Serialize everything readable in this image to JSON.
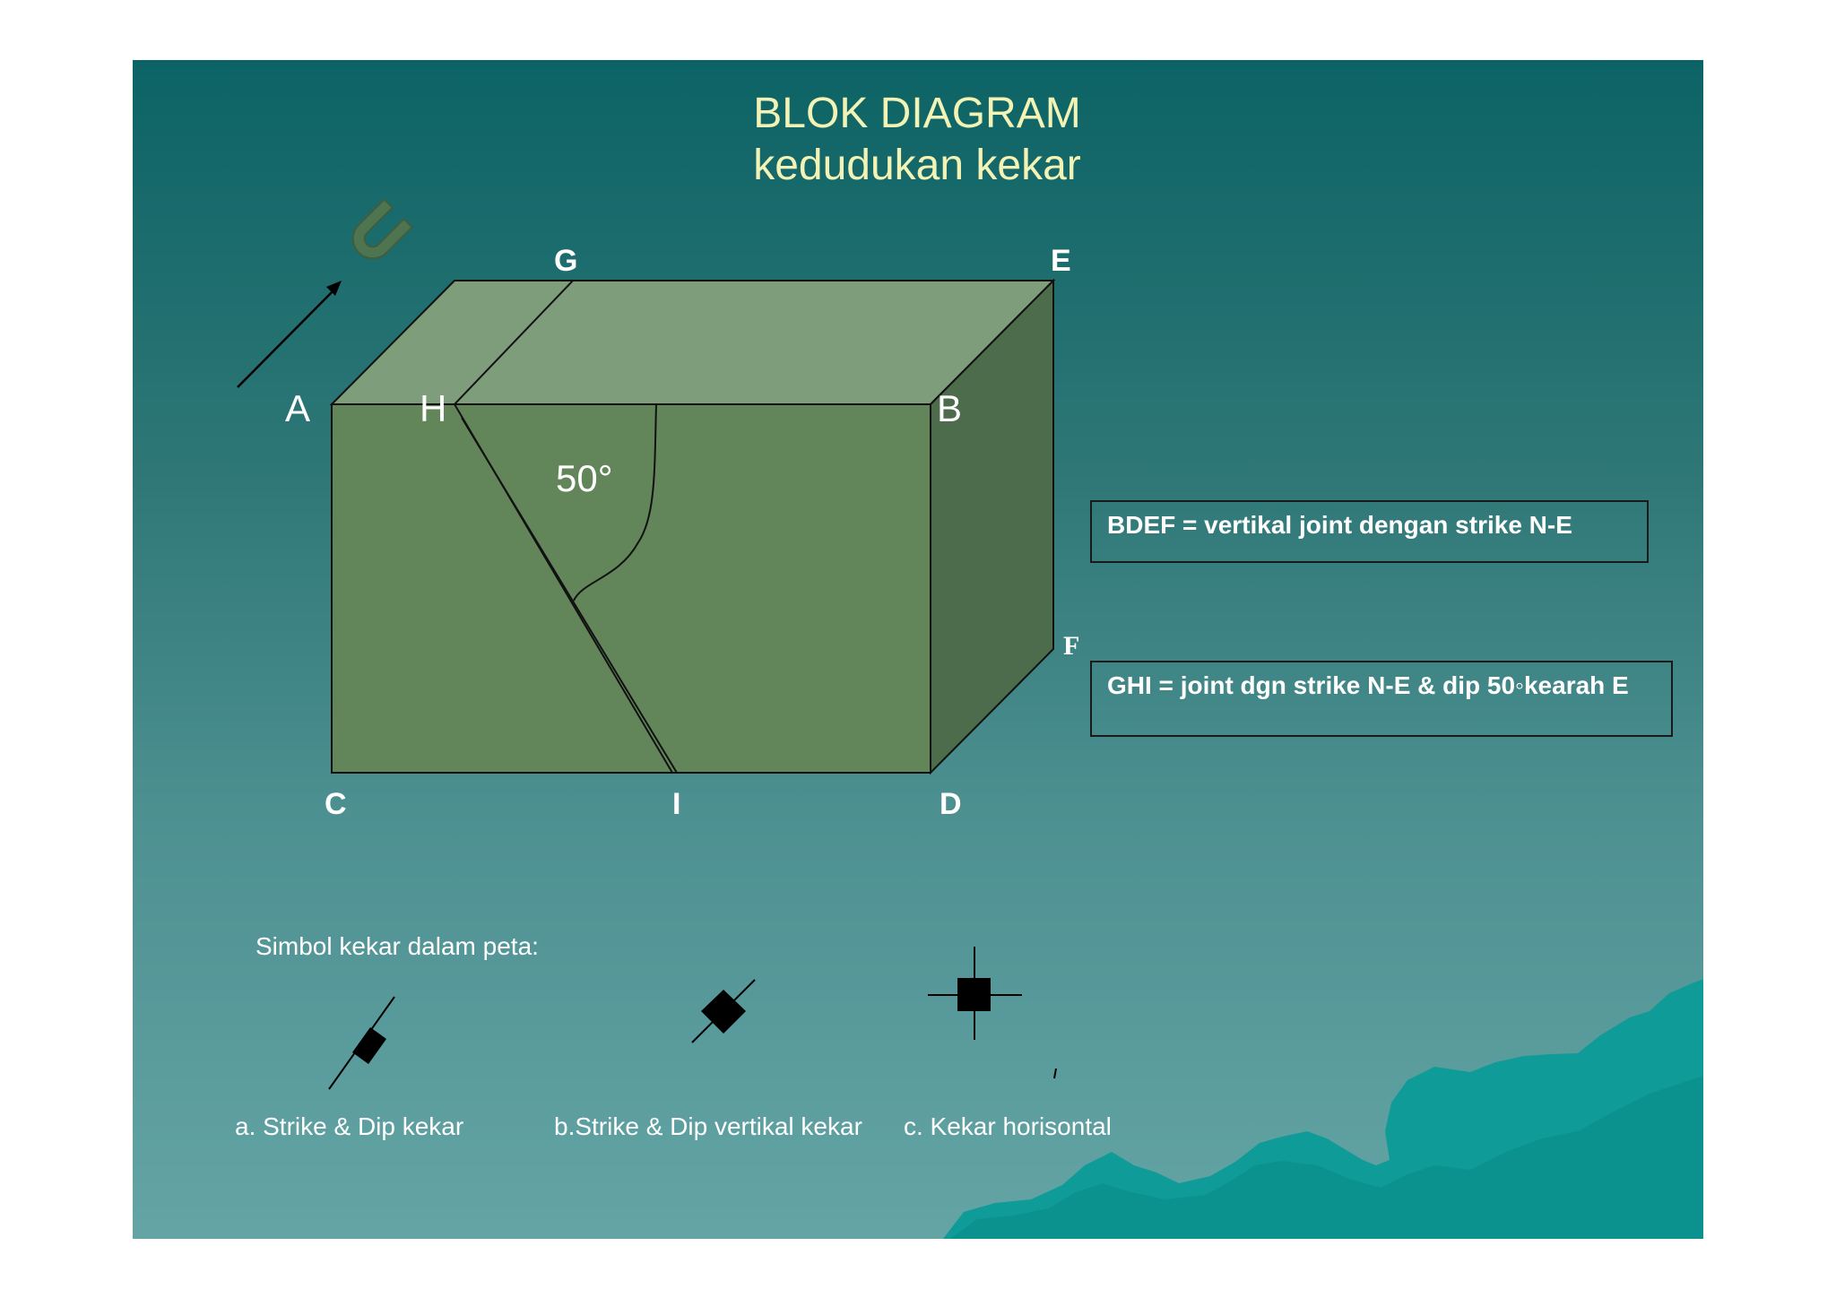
{
  "title": {
    "line1": "BLOK DIAGRAM",
    "line2": "kedudukan kekar"
  },
  "diagram": {
    "vertex_labels": {
      "A": "A",
      "H": "H",
      "G": "G",
      "E": "E",
      "B": "B",
      "F": "F",
      "C": "C",
      "I": "I",
      "D": "D"
    },
    "angle_label": "50°",
    "north_arrow_label": "U",
    "colors": {
      "top_face": "#7e9d7a",
      "front_face": "#62865a",
      "side_face": "#4d6c4b",
      "title_text": "#f2f3b5"
    }
  },
  "info_boxes": {
    "bdef": "BDEF = vertikal joint dengan strike N-E",
    "ghi": "GHI = joint dgn strike N-E & dip 50◦kearah E"
  },
  "symbols": {
    "heading": "Simbol kekar dalam peta:",
    "items": [
      {
        "label": "a. Strike & Dip kekar",
        "icon": "strike-dip-symbol"
      },
      {
        "label": "b.Strike & Dip vertikal kekar",
        "icon": "vertical-joint-symbol"
      },
      {
        "label": "c. Kekar horisontal",
        "icon": "horizontal-joint-symbol"
      }
    ]
  }
}
